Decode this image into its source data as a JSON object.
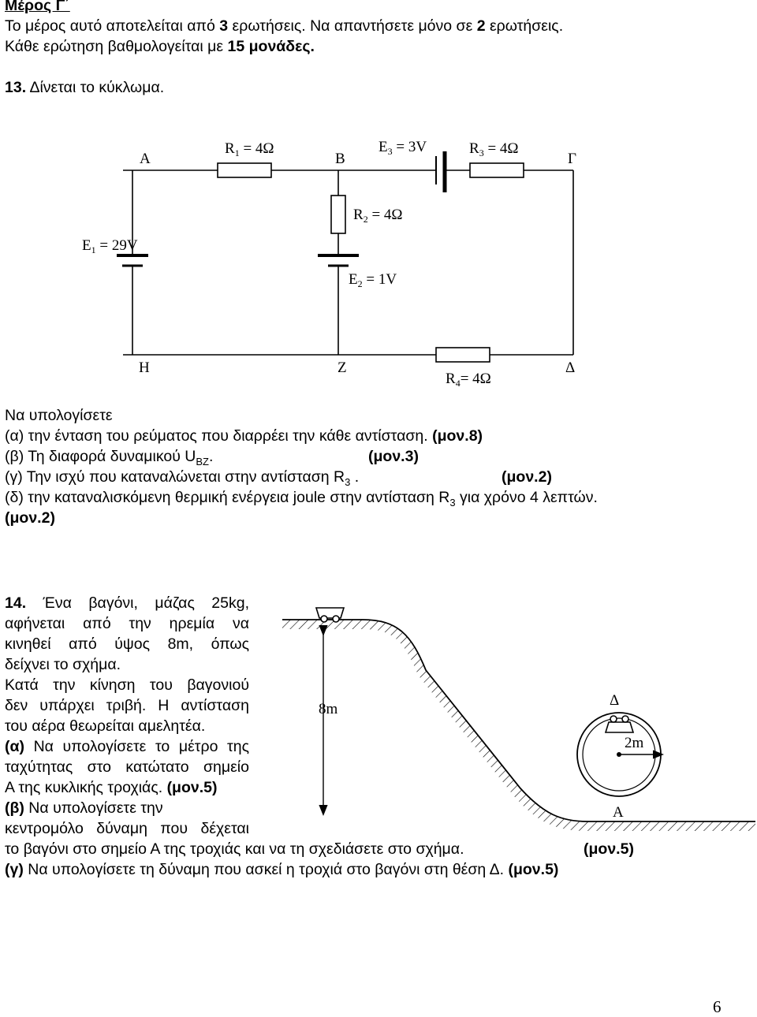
{
  "header": {
    "section_title": "Μέρος Γ΄",
    "intro_line1_a": "Το μέρος αυτό αποτελείται από ",
    "intro_line1_b": "3",
    "intro_line1_c": " ερωτήσεις. Να απαντήσετε μόνο σε ",
    "intro_line1_d": "2",
    "intro_line1_e": " ερωτήσεις.",
    "intro_line2_a": "Κάθε ερώτηση βαθμολογείται με ",
    "intro_line2_b": "15 μονάδες."
  },
  "q13": {
    "number": "13.",
    "prompt": " Δίνεται το κύκλωμα.",
    "circuit": {
      "node_A": "Α",
      "node_B": "Β",
      "node_G": "Γ",
      "node_H": "Η",
      "node_Z": "Ζ",
      "node_D": "Δ",
      "R1": "R",
      "R1_sub": "1",
      "R1_val": " = 4Ω",
      "R2": "R",
      "R2_sub": "2",
      "R2_val": " = 4Ω",
      "R3": "R",
      "R3_sub": "3",
      "R3_val": " = 4Ω",
      "R4": "R",
      "R4_sub": "4",
      "R4_val": "= 4Ω",
      "E1": "E",
      "E1_sub": "1",
      "E1_val": " = 29V",
      "E2": "E",
      "E2_sub": "2",
      "E2_val": " = 1V",
      "E3": "E",
      "E3_sub": "3",
      "E3_val": " = 3V"
    },
    "instruction": "Να υπολογίσετε",
    "a_text": "(α) την ένταση του ρεύματος που διαρρέει την κάθε αντίσταση. ",
    "a_marks": "(μον.8)",
    "b_text": "(β) Τη διαφορά δυναμικού U",
    "b_sub": "ΒΖ",
    "b_end": ".",
    "b_marks": "(μον.3)",
    "c_text": "(γ) Την ισχύ που καταναλώνεται στην αντίσταση R",
    "c_sub": "3",
    "c_end": " .",
    "c_marks": "(μον.2)",
    "d_text": "(δ) την καταναλισκόμενη θερμική ενέργεια joule στην αντίσταση R",
    "d_sub": "3",
    "d_end": " για χρόνο 4 λεπτών.",
    "d_marks": "(μον.2)"
  },
  "q14": {
    "number": "14.",
    "lines": [
      " Ένα βαγόνι, μάζας 25kg,",
      "αφήνεται από την ηρεμία να",
      "κινηθεί από ύψος 8m, όπως",
      "δείχνει το σχήμα.",
      "Κατά την κίνηση του βαγονιού",
      "δεν υπάρχει τριβή. Η αντίσταση",
      "του αέρα θεωρείται αμελητέα."
    ],
    "a_label": "(α)",
    "a_line1": " Να υπολογίσετε το μέτρο της",
    "a_line2": "ταχύτητας στο κατώτατο σημείο",
    "a_line3": "Α της κυκλικής τροχιάς. ",
    "a_marks": "(μον.5)",
    "b_label": "(β)",
    "b_line1": " Να υπολογίσετε την",
    "b_line2": "κεντρομόλο δύναμη που δέχεται",
    "b_line3": "το βαγόνι στο σημείο Α της τροχιάς και να τη σχεδιάσετε στο σχήμα.",
    "b_marks": "(μον.5)",
    "c_label": "(γ)",
    "c_line": " Να υπολογίσετε τη δύναμη που ασκεί η τροχιά στο βαγόνι στη θέση Δ. ",
    "c_marks": "(μον.5)",
    "figure": {
      "height_label": "8m",
      "radius_label": "2m",
      "point_D": "Δ",
      "point_A": "Α"
    }
  },
  "footer": {
    "page_number": "6"
  }
}
